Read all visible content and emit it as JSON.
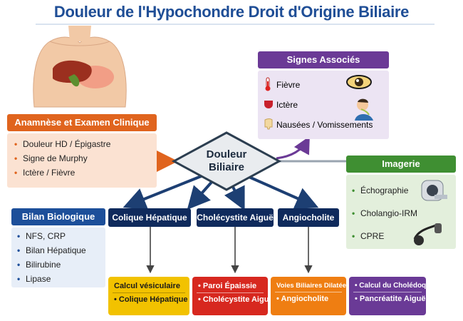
{
  "title": "Douleur de l'Hypochondre Droit d'Origine Biliaire",
  "center": {
    "line1": "Douleur",
    "line2": "Biliaire"
  },
  "anamnese": {
    "header": "Anamnèse et Examen Clinique",
    "items": [
      "Douleur HD / Épigastre",
      "Signe de Murphy",
      "Ictère / Fièvre"
    ]
  },
  "signes": {
    "header": "Signes Associés",
    "items": [
      {
        "label": "Fièvre",
        "icon": "thermometer-icon"
      },
      {
        "label": "Ictère",
        "icon": "jaundice-icon"
      },
      {
        "label": "Nausées / Vomissements",
        "icon": "nausea-icon"
      }
    ]
  },
  "imagerie": {
    "header": "Imagerie",
    "items": [
      "Échographie",
      "Cholangio-IRM",
      "CPRE"
    ]
  },
  "bilan": {
    "header": "Bilan Biologique",
    "items": [
      "NFS, CRP",
      "Bilan Hépatique",
      "Bilirubine",
      "Lipase"
    ]
  },
  "conditions": [
    "Colique Hépatique",
    "Cholécystite Aiguë",
    "Angiocholite"
  ],
  "results": [
    {
      "line1": "Calcul vésiculaire",
      "line2": "Colique Hépatique",
      "color": "#f2c200"
    },
    {
      "line1": "Paroi Épaissie",
      "line2": "Cholécystite Aiguë",
      "color": "#d7281f"
    },
    {
      "line1": "Voies Biliaires Dilatées",
      "line2": "Angiocholite",
      "color": "#ef7e12"
    },
    {
      "line1": "Calcul du Cholédoque",
      "line2": "Pancréatite Aiguë",
      "color": "#6a3a96"
    }
  ],
  "colors": {
    "title": "#1f4e96",
    "orange": "#e0641e",
    "purple": "#6b3a96",
    "green": "#3f8f32",
    "navy": "#0f2a5c",
    "blue_light": "#e7eef8"
  }
}
